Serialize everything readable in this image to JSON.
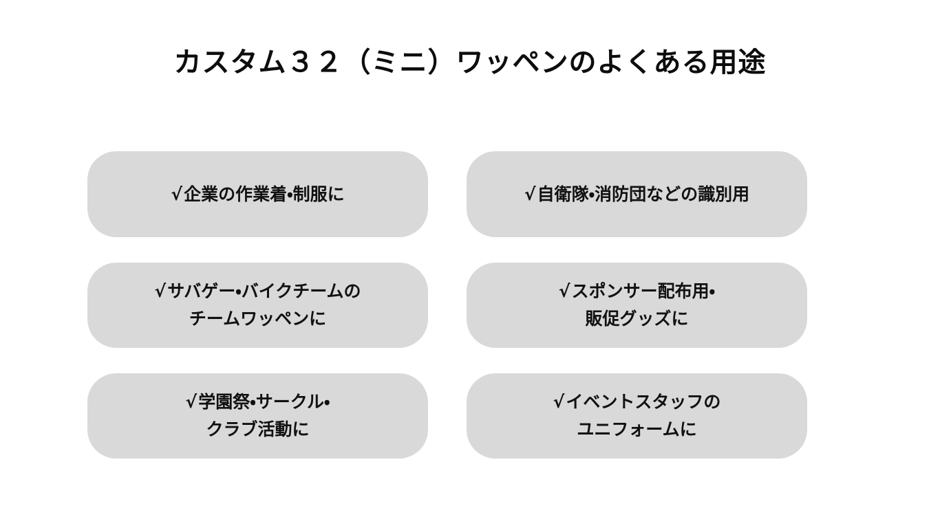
{
  "title": "カスタム３２（ミニ）ワッペンのよくある用途",
  "check_glyph": "√",
  "colors": {
    "page_bg": "#ffffff",
    "box_bg": "#d9d9d9",
    "text": "#111111"
  },
  "boxes": [
    {
      "line1": "企業の作業着・制服に",
      "line2": ""
    },
    {
      "line1": "自衛隊・消防団などの識別用",
      "line2": ""
    },
    {
      "line1": "サバゲー・バイクチームの",
      "line2": "チームワッペンに"
    },
    {
      "line1": "スポンサー配布用・",
      "line2": "販促グッズに"
    },
    {
      "line1": "学園祭・サークル・",
      "line2": "クラブ活動に"
    },
    {
      "line1": "イベントスタッフの",
      "line2": "ユニフォームに"
    }
  ]
}
